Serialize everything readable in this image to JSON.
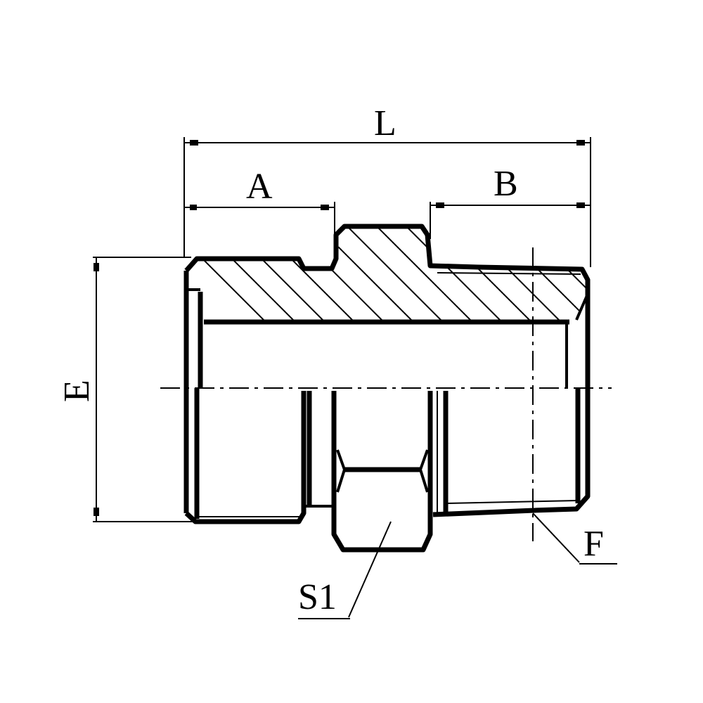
{
  "drawing": {
    "type": "technical-drawing",
    "subject": "hydraulic adapter fitting (half-section view)",
    "line_color": "#000000",
    "background": "#ffffff"
  },
  "dimensions": {
    "overall_length": "L",
    "left_thread_length": "A",
    "right_thread_length": "B",
    "left_thread_diameter": "E",
    "right_thread_size": "F",
    "hex_size": "S1"
  }
}
